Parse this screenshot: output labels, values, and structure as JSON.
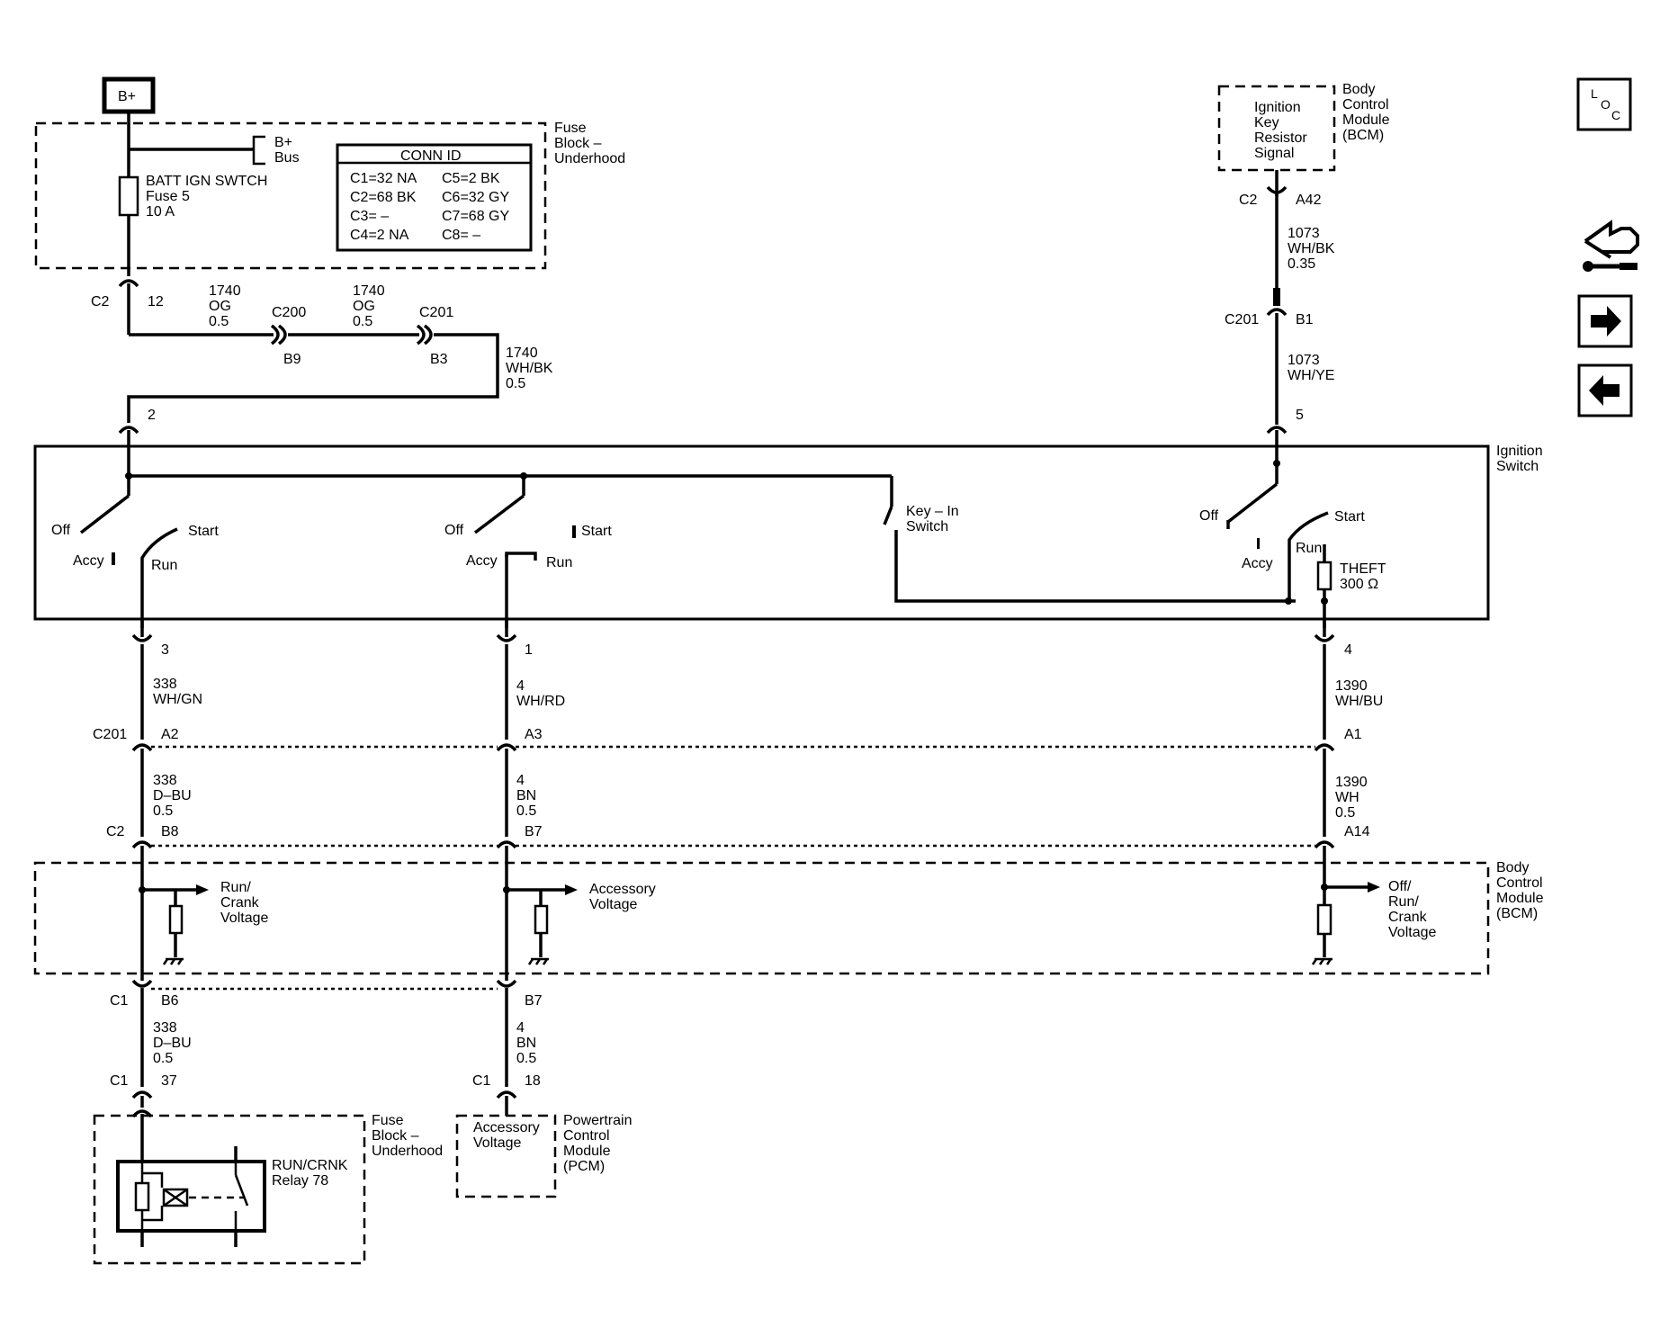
{
  "labels": {
    "b_plus": "B+",
    "b_plus_bus": [
      "B+",
      "Bus"
    ],
    "fuse_block_top": [
      "Fuse",
      "Block –",
      "Underhood"
    ],
    "fuse": [
      "BATT IGN SWTCH",
      "Fuse 5",
      "10 A"
    ],
    "conn_id": {
      "title": "CONN ID",
      "left": [
        "C1=32 NA",
        "C2=68 BK",
        "C3= –",
        "C4=2 NA"
      ],
      "right": [
        "C5=2 BK",
        "C6=32 GY",
        "C7=68 GY",
        "C8= –"
      ]
    },
    "bcm_top": [
      "Body",
      "Control",
      "Module",
      "(BCM)"
    ],
    "ignition_key": [
      "Ignition",
      "Key",
      "Resistor",
      "Signal"
    ],
    "ignition_switch": [
      "Ignition",
      "Switch"
    ],
    "bcm_mid": [
      "Body",
      "Control",
      "Module",
      "(BCM)"
    ],
    "fuse_block_bottom": [
      "Fuse",
      "Block –",
      "Underhood"
    ],
    "relay": [
      "RUN/CRNK",
      "Relay 78"
    ],
    "pcm": [
      "Powertrain",
      "Control",
      "Module",
      "(PCM)"
    ],
    "pcm_inner": [
      "Accessory",
      "Voltage"
    ],
    "run_crank": [
      "Run/",
      "Crank",
      "Voltage"
    ],
    "accessory_voltage": [
      "Accessory",
      "Voltage"
    ],
    "off_run_crank": [
      "Off/",
      "Run/",
      "Crank",
      "Voltage"
    ],
    "key_in": [
      "Key – In",
      "Switch"
    ],
    "theft": [
      "THEFT",
      "300 Ω"
    ],
    "sw1": {
      "off": "Off",
      "start": "Start",
      "accy": "Accy",
      "run": "Run"
    },
    "sw2": {
      "off": "Off",
      "start": "Start",
      "accy": "Accy",
      "run": "Run"
    },
    "sw3": {
      "off": "Off",
      "start": "Start",
      "accy": "Accy",
      "run": "Run"
    }
  },
  "connectors": {
    "c2_top": "C2",
    "pin_12": "12",
    "c200": "C200",
    "b9": "B9",
    "c201_top": "C201",
    "b3": "B3",
    "pin_2": "2",
    "c2_bcm": "C2",
    "a42": "A42",
    "c201_right": "C201",
    "b1": "B1",
    "pin_5": "5",
    "pin_3": "3",
    "pin_1": "1",
    "pin_4": "4",
    "c201_mid": "C201",
    "a2": "A2",
    "a3": "A3",
    "a1": "A1",
    "c2_mid": "C2",
    "b8": "B8",
    "b7": "B7",
    "a14": "A14",
    "c1_a": "C1",
    "b6": "B6",
    "b7_low": "B7",
    "c1_b": "C1",
    "pin_37": "37",
    "c1_c": "C1",
    "pin_18": "18"
  },
  "wires": {
    "w1740_og_a": [
      "1740",
      "OG",
      "0.5"
    ],
    "w1740_og_b": [
      "1740",
      "OG",
      "0.5"
    ],
    "w1740_whbk": [
      "1740",
      "WH/BK",
      "0.5"
    ],
    "w1073_whbk": [
      "1073",
      "WH/BK",
      "0.35"
    ],
    "w1073_whye": [
      "1073",
      "WH/YE"
    ],
    "w338_whgn": [
      "338",
      "WH/GN"
    ],
    "w4_whrd": [
      "4",
      "WH/RD"
    ],
    "w1390_whbu": [
      "1390",
      "WH/BU"
    ],
    "w338_dbu_a": [
      "338",
      "D–BU",
      "0.5"
    ],
    "w4_bn_a": [
      "4",
      "BN",
      "0.5"
    ],
    "w1390_wh": [
      "1390",
      "WH",
      "0.5"
    ],
    "w338_dbu_b": [
      "338",
      "D–BU",
      "0.5"
    ],
    "w4_bn_b": [
      "4",
      "BN",
      "0.5"
    ]
  },
  "nav": {
    "loc_l": "L",
    "loc_o": "O",
    "loc_c": "C",
    "icons": [
      "wiring-tool-icon",
      "arrow-right-icon",
      "arrow-left-icon"
    ]
  }
}
